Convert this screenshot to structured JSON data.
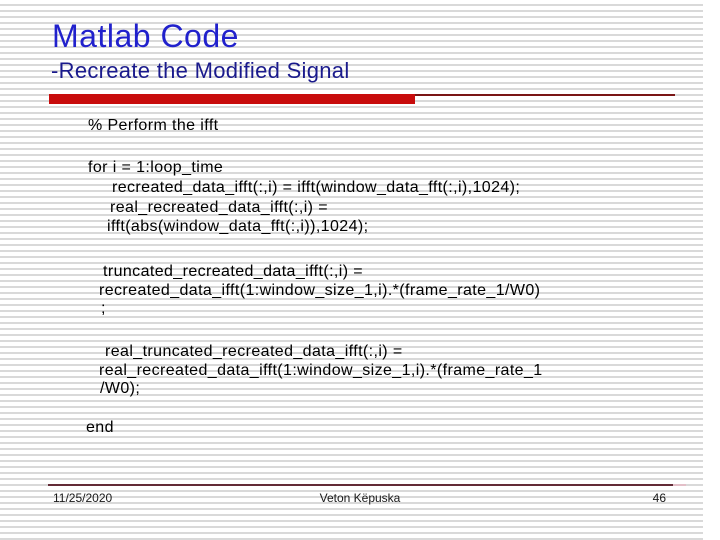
{
  "slide": {
    "title": "Matlab Code",
    "subtitle": "-Recreate the Modified Signal",
    "code_lines": [
      "% Perform the ifft",
      "for i = 1:loop_time",
      "recreated_data_ifft(:,i) = ifft(window_data_fft(:,i),1024);",
      "real_recreated_data_ifft(:,i) =",
      "ifft(abs(window_data_fft(:,i)),1024);",
      "truncated_recreated_data_ifft(:,i) =",
      "recreated_data_ifft(1:window_size_1,i).*(frame_rate_1/W0)",
      ";",
      "real_truncated_recreated_data_ifft(:,i) =",
      "real_recreated_data_ifft(1:window_size_1,i).*(frame_rate_1",
      "/W0);",
      "end"
    ],
    "footer": {
      "date": "11/25/2020",
      "author": "Veton Këpuska",
      "slide_number": "46"
    },
    "colors": {
      "title_blue": "#2121cc",
      "subtitle_navy": "#1a1a8c",
      "accent_bar_red": "#c80c0c",
      "accent_line_dark_red": "#7a1515",
      "footer_rule_maroon": "#632b36",
      "background_stripe_gray": "#d9d9d9"
    }
  }
}
